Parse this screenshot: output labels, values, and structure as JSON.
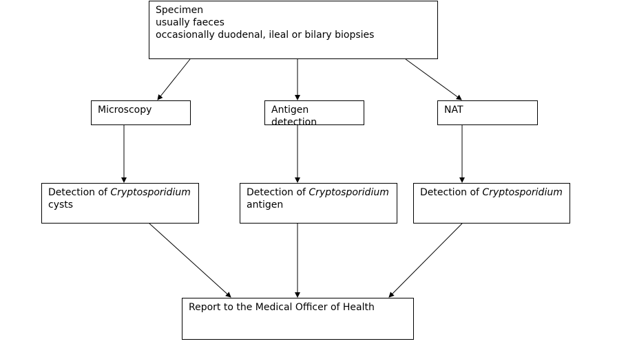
{
  "specimen": {
    "title": "Specimen",
    "line1": "usually faeces",
    "line2": "occasionally duodenal, ileal or bilary biopsies"
  },
  "methods": {
    "microscopy": "Microscopy",
    "antigen_line1": "Antigen",
    "antigen_line2": "detection",
    "nat": "NAT"
  },
  "detections": {
    "prefix": "Detection of ",
    "organism": "Cryptosporidium",
    "cysts_suffix": "cysts",
    "antigen_suffix": "antigen"
  },
  "report": {
    "label": "Report to the Medical Officer of Health"
  },
  "colors": {
    "line": "#000000",
    "background": "#ffffff"
  }
}
